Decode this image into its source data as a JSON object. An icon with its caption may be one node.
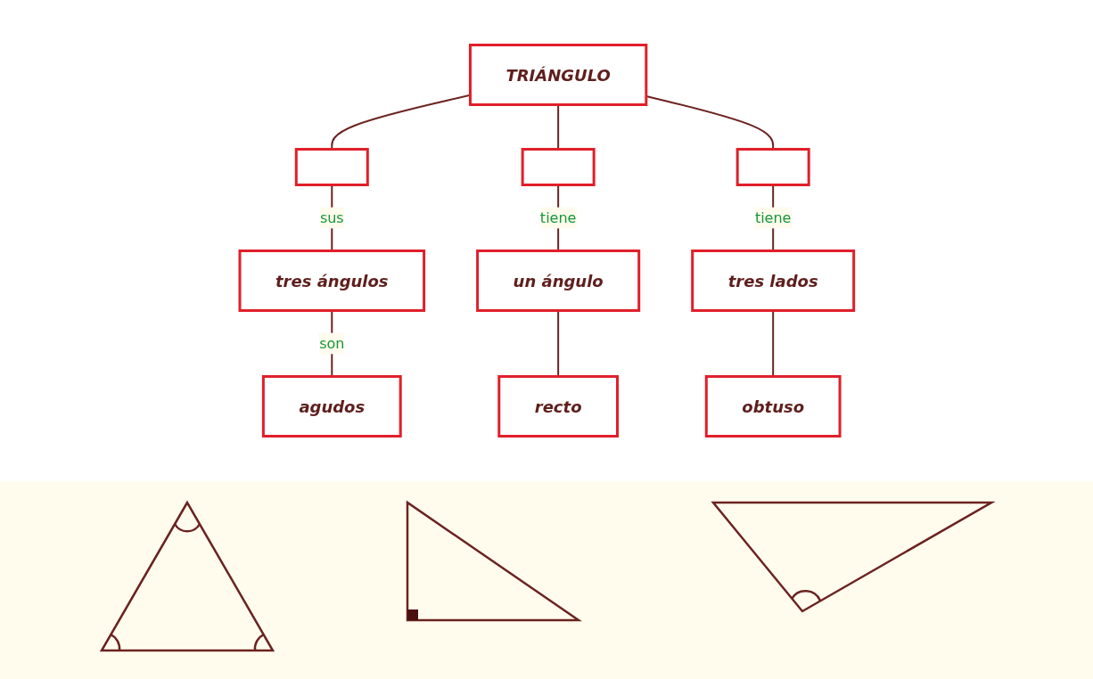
{
  "diagram": {
    "nodes": [
      {
        "text": [
          "TRIÁNGULO"
        ]
      },
      {
        "text": [],
        "shape": "box"
      },
      {
        "text": [],
        "shape": "box"
      },
      {
        "text": [],
        "shape": "box"
      },
      {
        "text": [
          "tres ángulos"
        ]
      },
      {
        "text": [
          "un ángulo"
        ]
      },
      {
        "text": [
          "tres lados"
        ]
      },
      {
        "text": [
          "agudos"
        ]
      },
      {
        "text": [
          "recto"
        ]
      },
      {
        "text": [
          "obtuso"
        ]
      }
    ],
    "edges": [
      {
        "from": 0,
        "to": 1,
        "arrow": "none"
      },
      {
        "from": 0,
        "to": 2,
        "arrow": "none"
      },
      {
        "from": 0,
        "to": 3,
        "arrow": "none"
      },
      {
        "from": 1,
        "to": 4,
        "arrow": "none",
        "label": "sus"
      },
      {
        "from": 4,
        "to": 7,
        "arrow": "none",
        "label": "son"
      },
      {
        "from": 2,
        "to": 5,
        "arrow": "none",
        "label": "tiene"
      },
      {
        "from": 5,
        "to": 8,
        "arrow": "none"
      },
      {
        "from": 3,
        "to": 6,
        "arrow": "none",
        "label": "tiene"
      },
      {
        "from": 6,
        "to": 9,
        "arrow": "none"
      }
    ]
  }
}
